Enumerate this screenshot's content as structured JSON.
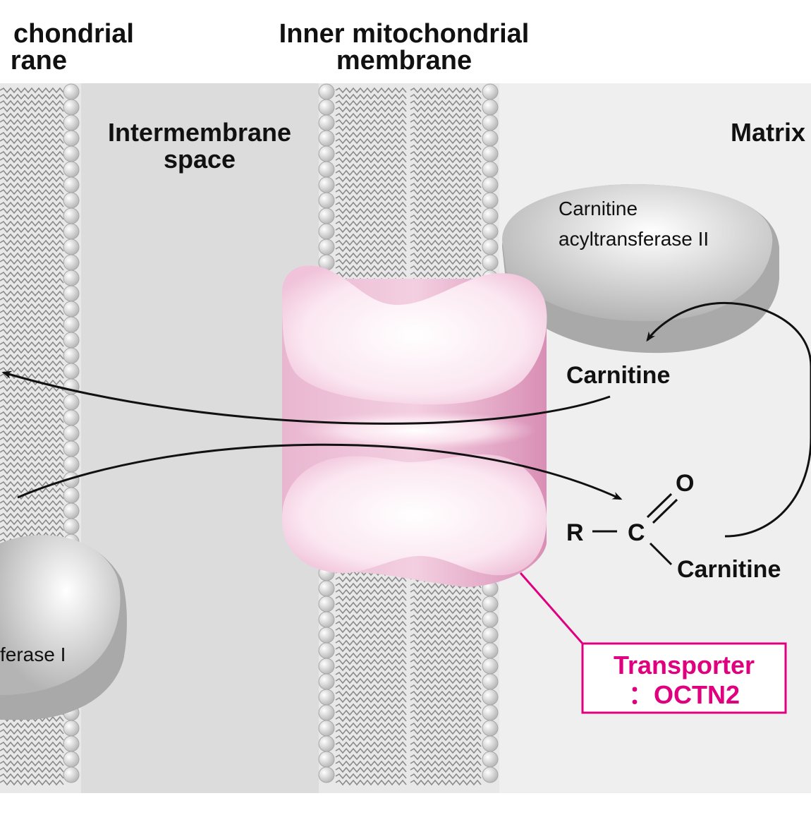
{
  "labels": {
    "outer_membrane_line1": "chondrial",
    "outer_membrane_line2": "rane",
    "inner_membrane_line1": "Inner mitochondrial",
    "inner_membrane_line2": "membrane",
    "intermembrane_line1": "Intermembrane",
    "intermembrane_line2": "space",
    "matrix": "Matrix"
  },
  "enzymes": {
    "cat2_line1": "Carnitine",
    "cat2_line2": "acyltransferase II",
    "cat1_partial": "ferase I"
  },
  "molecules": {
    "carnitine": "Carnitine",
    "acyl_r": "R",
    "acyl_c": "C",
    "acyl_o": "O",
    "acyl_carnitine": "Carnitine"
  },
  "transporter": {
    "line1": "Transporter",
    "line2": "：OCTN2",
    "color": "#e0007f"
  },
  "colors": {
    "intermembrane_bg": "#dcdcdc",
    "matrix_bg": "#efefef",
    "lipid_head": "#cfcfcf",
    "enzyme": "#b8b8b8",
    "transporter_fill": "#f2c4dc"
  }
}
